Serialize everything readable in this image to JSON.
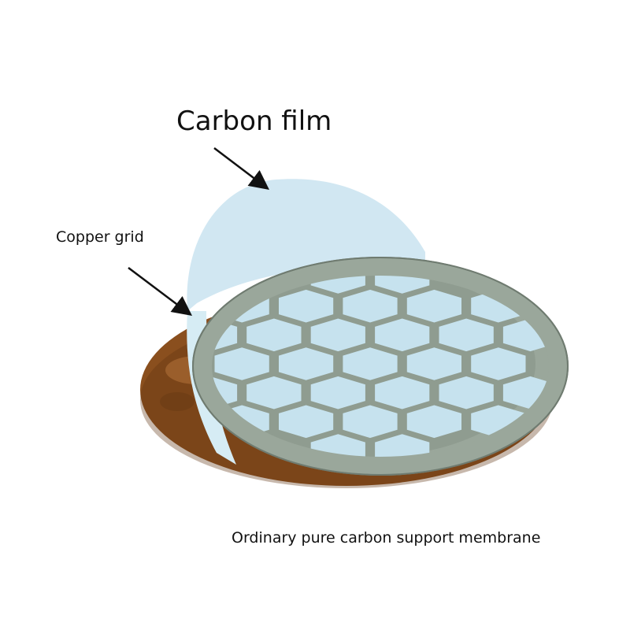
{
  "labels": {
    "carbon_film": "Carbon film",
    "copper_grid": "Copper grid",
    "caption": "Ordinary pure carbon support membrane"
  },
  "colors": {
    "carbon_film": "#cfe6f1",
    "copper": "#8a4f1e",
    "copper_dark": "#5e3412",
    "grid_metal": "#9aa79b",
    "grid_metal_dark": "#7d897d",
    "hole_fill": "#c6e2ee",
    "arrow": "#111111"
  }
}
